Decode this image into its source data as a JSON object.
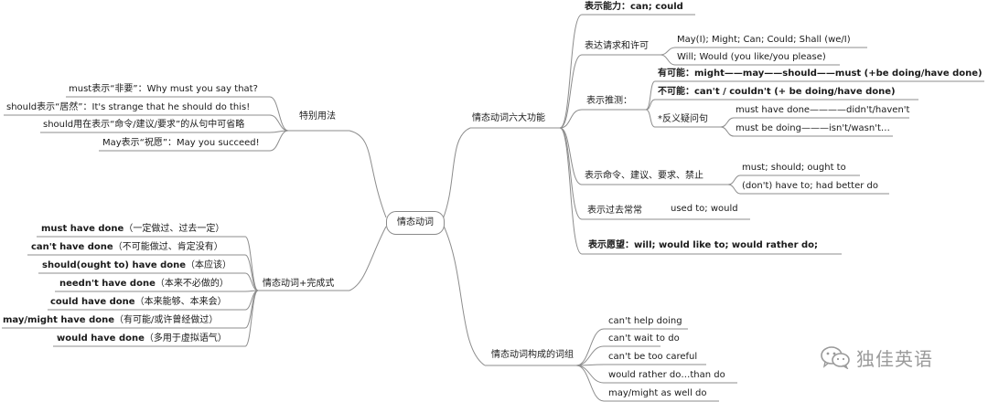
{
  "center": "情态动词",
  "right_top": {
    "title": "情态动词六大功能",
    "ability": "表示能力：can; could",
    "request": {
      "label": "表达请求和许可",
      "items": [
        "May(I); Might; Can; Could; Shall (we/I)",
        "Will; Would (you like/you please)"
      ]
    },
    "guess": {
      "label": "表示推测：",
      "possible": "有可能：might——may——should——must (+be doing/have done)",
      "impossible": "不可能：can't / couldn't (+ be doing/have done)",
      "tag": {
        "label": "*反义疑问句",
        "items": [
          "must have done————didn't/haven't",
          "must be doing———isn't/wasn't…"
        ]
      }
    },
    "command": {
      "label": "表示命令、建议、要求、禁止",
      "items": [
        "must; should; ought to",
        "(don't) have to; had better do"
      ]
    },
    "past_habit": {
      "label": "表示过去常常",
      "value": "used to;  would"
    },
    "wish": "表示愿望：will; would like to; would rather do;"
  },
  "right_bottom": {
    "title": "情态动词构成的词组",
    "items": [
      "can't help doing",
      "can't wait to do",
      "can't be too careful",
      "would rather do…than do",
      "may/might as well do"
    ]
  },
  "left_top": {
    "title": "特别用法",
    "items": [
      "must表示“非要”：Why must you say that?",
      "should表示“居然”：It's strange that he should do this!",
      "should用在表示“命令/建议/要求”的从句中可省略",
      "May表示“祝愿”：May you succeed!"
    ]
  },
  "left_bottom": {
    "title": "情态动词+完成式",
    "items": [
      {
        "en": "must have done",
        "zh": "（一定做过、过去一定）"
      },
      {
        "en": "can't have done",
        "zh": "（不可能做过、肯定没有）"
      },
      {
        "en": "should(ought to) have done",
        "zh": "（本应该）"
      },
      {
        "en": "needn't have done",
        "zh": "（本来不必做的）"
      },
      {
        "en": "could have done",
        "zh": "（本来能够、本来会）"
      },
      {
        "en": "may/might have done",
        "zh": "（有可能/或许曾经做过）"
      },
      {
        "en": "would have done",
        "zh": "（多用于虚拟语气）"
      }
    ]
  },
  "watermark": {
    "text": "独佳英语",
    "icon": "wechat-icon"
  },
  "colors": {
    "line": "#8c8c8c",
    "text": "#1a1a1a",
    "watermark": "#9a9a9a"
  }
}
